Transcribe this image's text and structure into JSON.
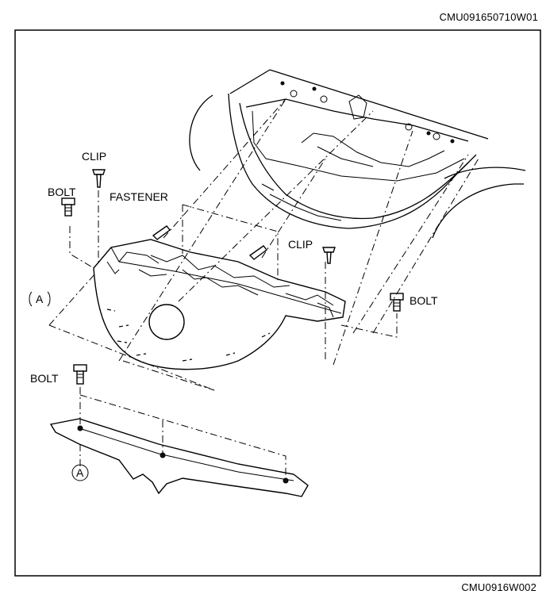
{
  "header_code": "CMU091650710W01",
  "footer_code": "CMU0916W002",
  "labels": {
    "clip_top": "CLIP",
    "bolt_left": "BOLT",
    "fastener": "FASTENER",
    "clip_right": "CLIP",
    "bolt_right": "BOLT",
    "bolt_lower": "BOLT",
    "ref_a_upper": "A",
    "ref_a_lower": "A"
  }
}
